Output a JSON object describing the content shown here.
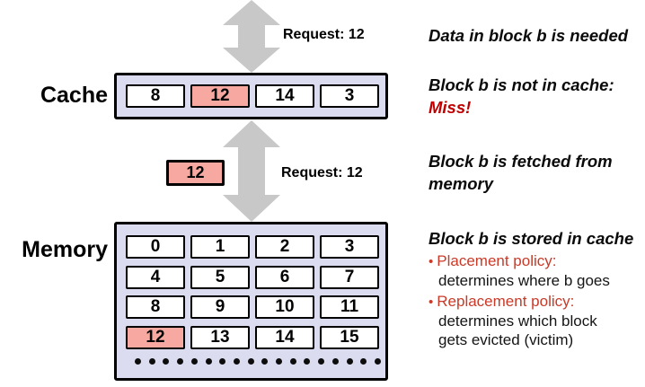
{
  "colors": {
    "panel_fill": "#dcdcf0",
    "highlight_fill": "#f7a8a0",
    "arrow_gray": "#c8c8c8",
    "miss_red": "#c00000",
    "policy_red": "#c93a28",
    "border": "#000000"
  },
  "bullet_char": "•",
  "cache": {
    "label": "Cache",
    "cells": [
      "8",
      "12",
      "14",
      "3"
    ],
    "highlighted_cell": "12"
  },
  "memory": {
    "label": "Memory",
    "rows": [
      [
        "0",
        "1",
        "2",
        "3"
      ],
      [
        "4",
        "5",
        "6",
        "7"
      ],
      [
        "8",
        "9",
        "10",
        "11"
      ],
      [
        "12",
        "13",
        "14",
        "15"
      ]
    ],
    "highlighted_cell": "12",
    "ellipsis_dot_count": 18
  },
  "transfer": {
    "request_top": "Request: 12",
    "request_middle": "Request: 12",
    "moved_block_value": "12"
  },
  "annotations": [
    {
      "lines": [
        {
          "text": "Data in block b is needed",
          "style": "h"
        }
      ]
    },
    {
      "lines": [
        {
          "text": "Block b is not in cache:",
          "style": "h"
        },
        {
          "text": "Miss!",
          "style": "h-red"
        }
      ]
    },
    {
      "lines": [
        {
          "text": "Block b is fetched from",
          "style": "h"
        },
        {
          "text": "memory",
          "style": "h"
        }
      ]
    },
    {
      "lines": [
        {
          "text": "Block b is stored in cache",
          "style": "h"
        },
        {
          "text": "Placement policy:",
          "style": "bullet"
        },
        {
          "text": "determines where b goes",
          "style": "body"
        },
        {
          "text": "Replacement policy:",
          "style": "bullet"
        },
        {
          "text": "determines which block",
          "style": "body"
        },
        {
          "text": "gets evicted (victim)",
          "style": "body"
        }
      ]
    }
  ]
}
